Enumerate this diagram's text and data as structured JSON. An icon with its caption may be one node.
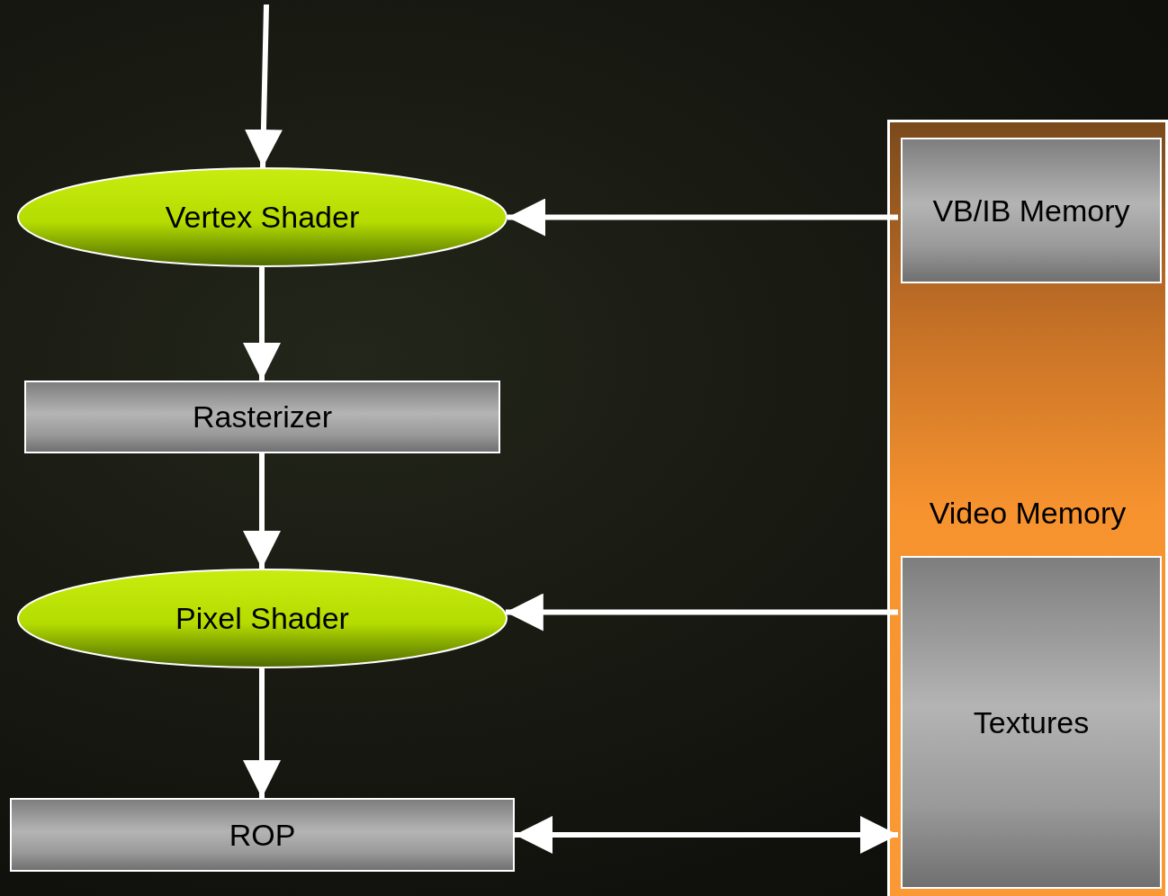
{
  "diagram": {
    "nodes": [
      {
        "text": [
          "Vertex Shader"
        ]
      },
      {
        "text": [
          "Rasterizer"
        ]
      },
      {
        "text": [
          "Pixel Shader"
        ]
      },
      {
        "text": [
          "ROP"
        ]
      },
      {
        "text": [
          "Video Memory"
        ]
      },
      {
        "text": [
          "VB/IB Memory"
        ],
        "in": 4
      },
      {
        "text": [
          "Textures"
        ],
        "in": 4
      }
    ],
    "edges": [
      {
        "from": null,
        "to": 0,
        "arrow": "to"
      },
      {
        "from": 0,
        "to": 1,
        "arrow": "to"
      },
      {
        "from": 1,
        "to": 2,
        "arrow": "to"
      },
      {
        "from": 2,
        "to": 3,
        "arrow": "to"
      },
      {
        "from": 5,
        "to": 0,
        "arrow": "to"
      },
      {
        "from": 6,
        "to": 2,
        "arrow": "to"
      },
      {
        "from": 3,
        "to": 6,
        "arrow": "both"
      }
    ]
  }
}
